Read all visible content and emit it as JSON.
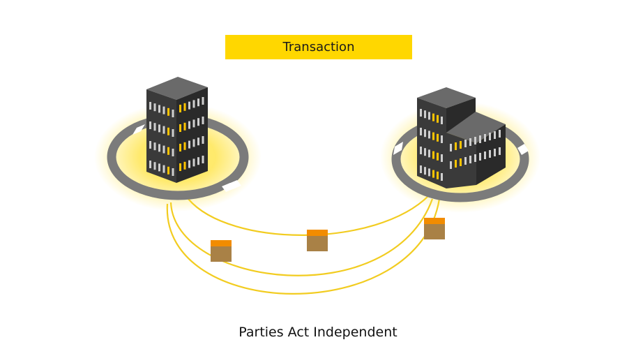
{
  "title": "Transaction",
  "caption": "Parties Act Independent",
  "colors": {
    "accent": "#FFD700",
    "link": "#F2CC20",
    "building_face": "#3a3a3a",
    "building_side": "#2a2a2a",
    "building_roof": "#6a6a6a",
    "window_lit": "#FFC400",
    "window_dim": "#cfcfcf",
    "ring": "#7b7b7b",
    "package_top": "#F28C00",
    "package_body": "#A98146",
    "glow": "#FFEA4A"
  },
  "nodes": [
    {
      "id": "party-left",
      "icon": "office-tower-icon"
    },
    {
      "id": "party-right",
      "icon": "office-complex-icon"
    }
  ],
  "links": [
    {
      "id": "link-1",
      "has_package": true
    },
    {
      "id": "link-2",
      "has_package": true
    },
    {
      "id": "link-3",
      "has_package": true
    }
  ]
}
